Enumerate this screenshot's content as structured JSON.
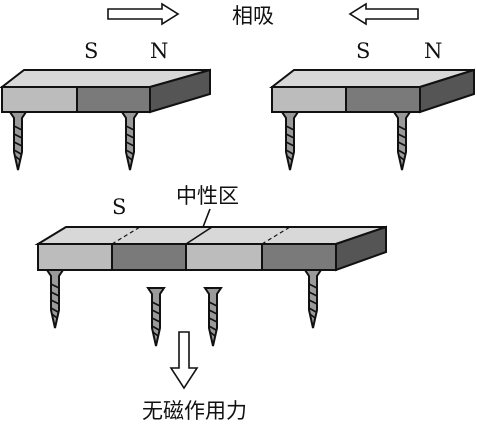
{
  "labels": {
    "attract": "相吸",
    "neutral_zone": "中性区",
    "no_magnetic_force": "无磁作用力",
    "top_left_s": "S",
    "top_left_n": "N",
    "top_right_s": "S",
    "top_right_n": "N",
    "bottom_s": "S"
  }
}
